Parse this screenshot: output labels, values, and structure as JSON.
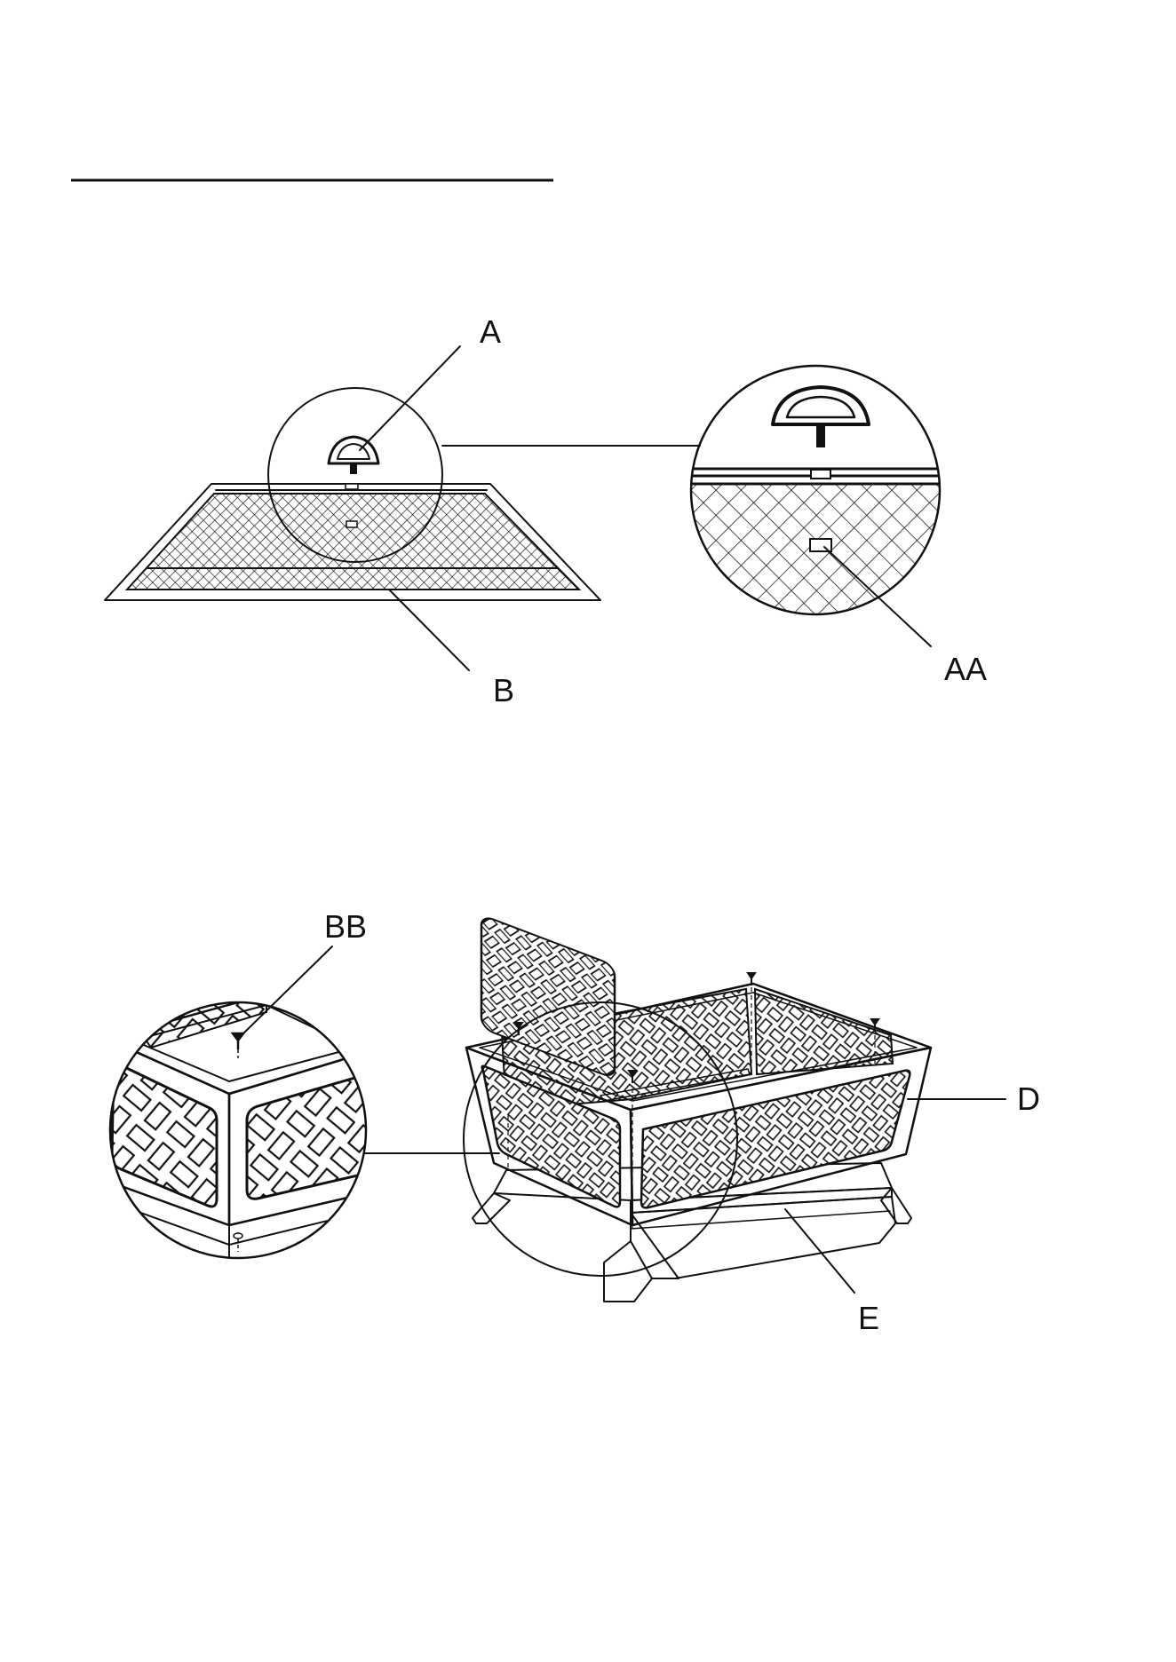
{
  "diagram1": {
    "labels": {
      "screen_handle": "A",
      "spark_screen": "B",
      "handle_bolt": "AA"
    }
  },
  "diagram2": {
    "labels": {
      "bolt": "BB",
      "bowl": "D",
      "base": "E"
    }
  },
  "colors": {
    "ink": "#111111",
    "paper": "#ffffff"
  }
}
